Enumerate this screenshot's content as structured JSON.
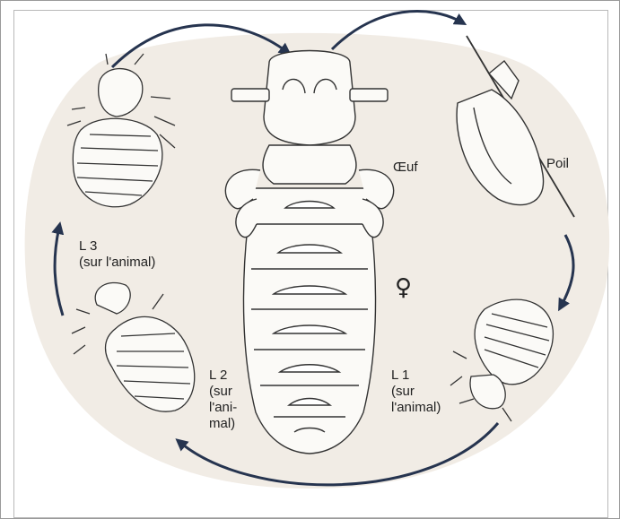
{
  "labels": {
    "egg": "Œuf",
    "hair": "Poil",
    "female": "♀",
    "l1": "L 1\n(sur\nl'animal)",
    "l2": "L 2\n(sur\nl'ani-\nmal)",
    "l3": "L 3\n(sur l'animal)"
  },
  "colors": {
    "background_disc": "#f1ece5",
    "arrow": "#26344f",
    "line": "#333333"
  },
  "icons": [
    "adult-female-louse",
    "egg-on-hair",
    "larva-l1",
    "larva-l2",
    "larva-l3"
  ]
}
